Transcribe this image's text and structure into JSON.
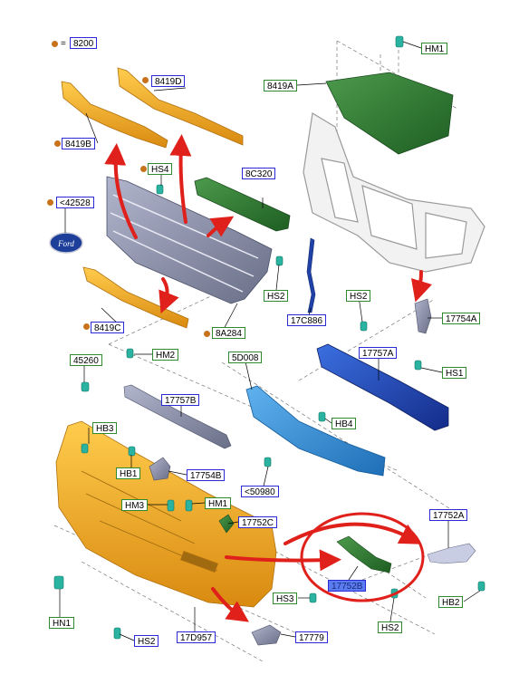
{
  "legend": {
    "equals": "=",
    "code": "8200",
    "color": "#c8731c"
  },
  "colors": {
    "callout_blue": "#2b2bd6",
    "callout_green": "#2f8a2f",
    "highlight_fill": "#5b7cf0",
    "arrow_red": "#e0201a",
    "orange_part": "#f0a21a",
    "green_part": "#2e7d32",
    "blue_part": "#1f3fb0",
    "light_blue_part": "#3a8fd6",
    "gray_part": "#8a8fa8",
    "teal_fastener": "#2ab3a0"
  },
  "callouts": [
    {
      "id": "c-8200",
      "text": "8200",
      "style": "blue"
    },
    {
      "id": "c-hm1-top",
      "text": "HM1",
      "style": "green"
    },
    {
      "id": "c-8419d",
      "text": "8419D",
      "style": "blue"
    },
    {
      "id": "c-8419a",
      "text": "8419A",
      "style": "green"
    },
    {
      "id": "c-8419b",
      "text": "8419B",
      "style": "blue"
    },
    {
      "id": "c-hs4",
      "text": "HS4",
      "style": "green"
    },
    {
      "id": "c-8c320",
      "text": "8C320",
      "style": "blue"
    },
    {
      "id": "c-42528",
      "text": "<42528",
      "style": "blue"
    },
    {
      "id": "c-hs2-a",
      "text": "HS2",
      "style": "green"
    },
    {
      "id": "c-17c886",
      "text": "17C886",
      "style": "blue"
    },
    {
      "id": "c-hs2-b",
      "text": "HS2",
      "style": "green"
    },
    {
      "id": "c-17754a",
      "text": "17754A",
      "style": "green"
    },
    {
      "id": "c-8419c",
      "text": "8419C",
      "style": "blue"
    },
    {
      "id": "c-8a284",
      "text": "8A284",
      "style": "green"
    },
    {
      "id": "c-45260",
      "text": "45260",
      "style": "green"
    },
    {
      "id": "c-hm2",
      "text": "HM2",
      "style": "green"
    },
    {
      "id": "c-5d008",
      "text": "5D008",
      "style": "green"
    },
    {
      "id": "c-17757a",
      "text": "17757A",
      "style": "blue"
    },
    {
      "id": "c-hs1",
      "text": "HS1",
      "style": "green"
    },
    {
      "id": "c-17757b",
      "text": "17757B",
      "style": "blue"
    },
    {
      "id": "c-hb4",
      "text": "HB4",
      "style": "green"
    },
    {
      "id": "c-hb3",
      "text": "HB3",
      "style": "green"
    },
    {
      "id": "c-hb1",
      "text": "HB1",
      "style": "green"
    },
    {
      "id": "c-17754b",
      "text": "17754B",
      "style": "blue"
    },
    {
      "id": "c-50980",
      "text": "<50980",
      "style": "blue"
    },
    {
      "id": "c-hm3",
      "text": "HM3",
      "style": "green"
    },
    {
      "id": "c-hm1-b",
      "text": "HM1",
      "style": "green"
    },
    {
      "id": "c-17752c",
      "text": "17752C",
      "style": "blue"
    },
    {
      "id": "c-17752a",
      "text": "17752A",
      "style": "blue"
    },
    {
      "id": "c-17752b",
      "text": "17752B",
      "style": "sel"
    },
    {
      "id": "c-hn1",
      "text": "HN1",
      "style": "green"
    },
    {
      "id": "c-hs3",
      "text": "HS3",
      "style": "green"
    },
    {
      "id": "c-hb2",
      "text": "HB2",
      "style": "green"
    },
    {
      "id": "c-hs2-c",
      "text": "HS2",
      "style": "green"
    },
    {
      "id": "c-hs2-d",
      "text": "HS2",
      "style": "blue"
    },
    {
      "id": "c-17d957",
      "text": "17D957",
      "style": "blue"
    },
    {
      "id": "c-17779",
      "text": "17779",
      "style": "blue"
    }
  ]
}
